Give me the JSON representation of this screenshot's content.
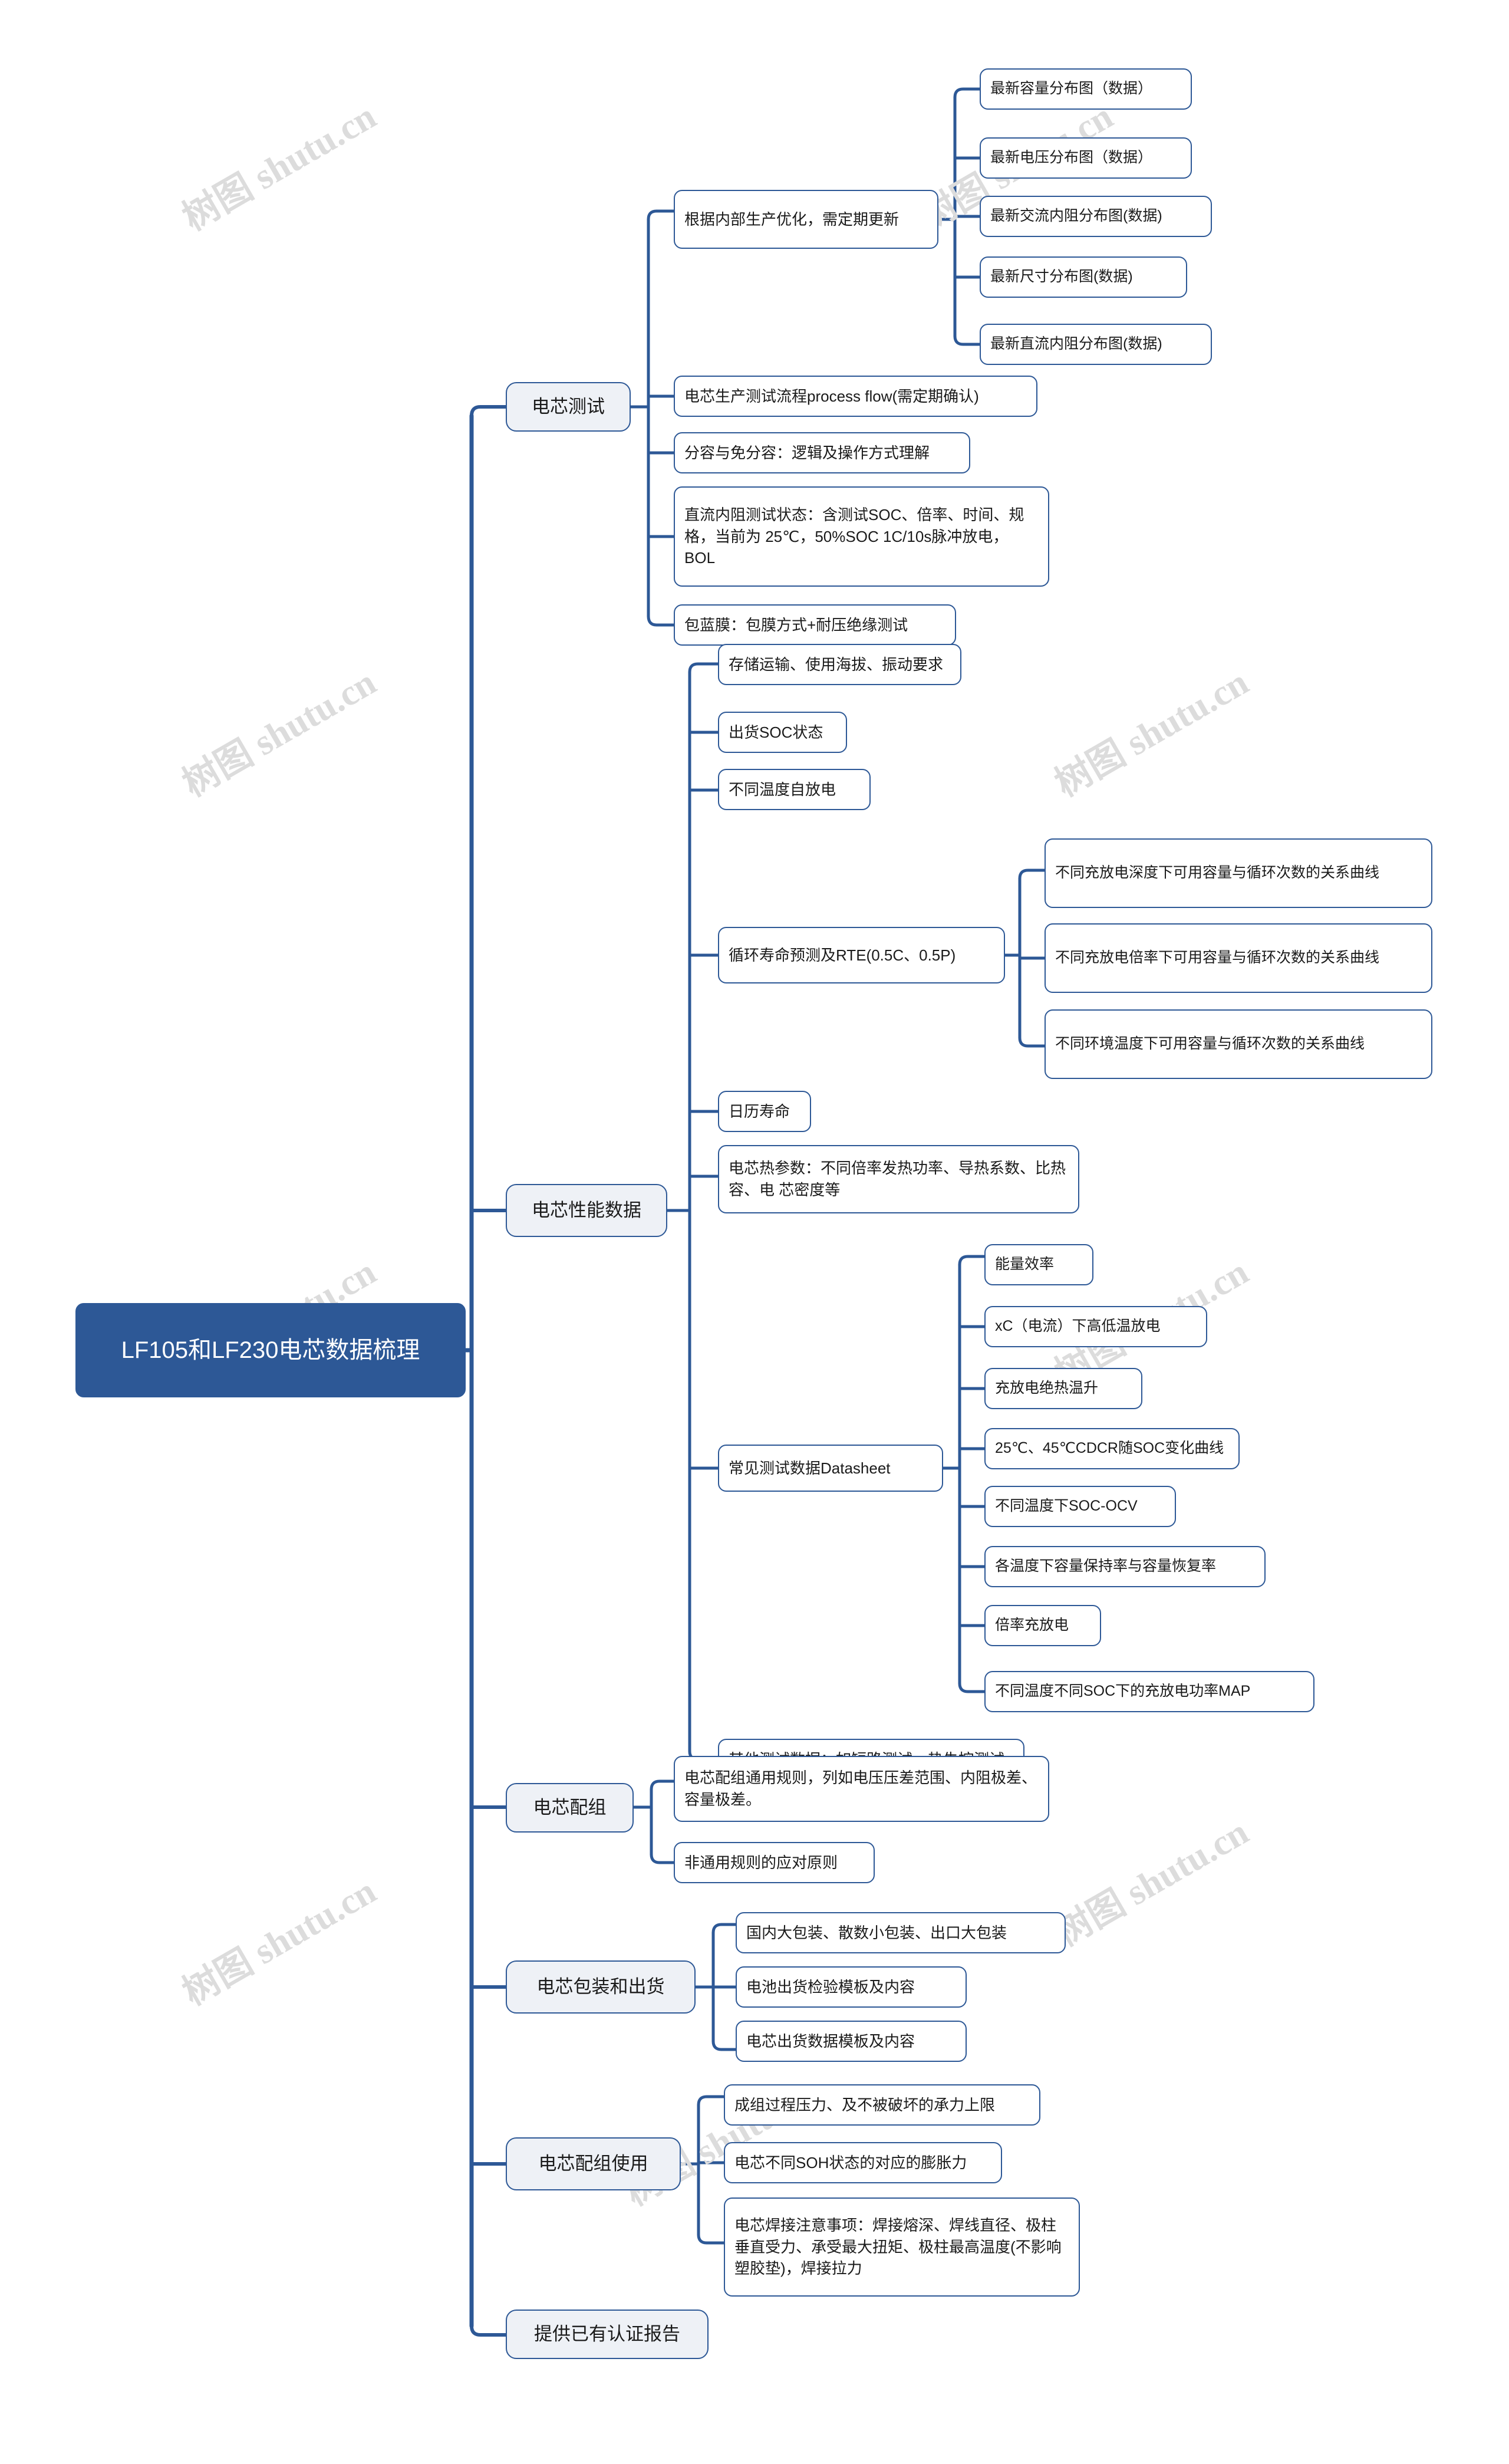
{
  "title": "LF105和LF230电芯数据梳理",
  "watermark": {
    "text": "树图 shutu.cn"
  },
  "colors": {
    "root_fill": "#2d5896",
    "root_text": "#ffffff",
    "branch_fill": "#eef1f6",
    "border": "#2d5896",
    "leaf_fill": "#ffffff",
    "link": "#2d5896",
    "watermark": "#dcdcdc",
    "background": "#ffffff"
  },
  "root": {
    "label": "LF105和LF230电芯数据梳理"
  },
  "branches": [
    {
      "id": "cell-test",
      "label": "电芯测试",
      "children": [
        {
          "label": "根据内部生产优化，需定期更新",
          "children": [
            {
              "label": "最新容量分布图（数据）"
            },
            {
              "label": "最新电压分布图（数据）"
            },
            {
              "label": "最新交流内阻分布图(数据)"
            },
            {
              "label": "最新尺寸分布图(数据)"
            },
            {
              "label": "最新直流内阻分布图(数据)"
            }
          ]
        },
        {
          "label": "电芯生产测试流程process flow(需定期确认)"
        },
        {
          "label": "分容与免分容：逻辑及操作方式理解"
        },
        {
          "label": "直流内阻测试状态：含测试SOC、倍率、时间、规格，当前为 25℃，50%SOC 1C/10s脉冲放电，BOL"
        },
        {
          "label": "包蓝膜：包膜方式+耐压绝缘测试"
        }
      ]
    },
    {
      "id": "cell-performance",
      "label": "电芯性能数据",
      "children": [
        {
          "label": "存储运输、使用海拔、振动要求"
        },
        {
          "label": "出货SOC状态"
        },
        {
          "label": "不同温度自放电"
        },
        {
          "label": "循环寿命预测及RTE(0.5C、0.5P)",
          "children": [
            {
              "label": "不同充放电深度下可用容量与循环次数的关系曲线"
            },
            {
              "label": "不同充放电倍率下可用容量与循环次数的关系曲线"
            },
            {
              "label": "不同环境温度下可用容量与循环次数的关系曲线"
            }
          ]
        },
        {
          "label": "日历寿命"
        },
        {
          "label": "电芯热参数：不同倍率发热功率、导热系数、比热容、电 芯密度等"
        },
        {
          "label": "常见测试数据Datasheet",
          "children": [
            {
              "label": "能量效率"
            },
            {
              "label": "xC（电流）下高低温放电"
            },
            {
              "label": "充放电绝热温升"
            },
            {
              "label": "25℃、45℃CDCR随SOC变化曲线"
            },
            {
              "label": "不同温度下SOC-OCV"
            },
            {
              "label": "各温度下容量保持率与容量恢复率"
            },
            {
              "label": "倍率充放电"
            },
            {
              "label": "不同温度不同SOC下的充放电功率MAP"
            }
          ]
        },
        {
          "label": "其他测试数据：如短路测试、热失控测试"
        }
      ]
    },
    {
      "id": "cell-grouping",
      "label": "电芯配组",
      "children": [
        {
          "label": "电芯配组通用规则，列如电压压差范围、内阻极差、容量极差。"
        },
        {
          "label": "非通用规则的应对原则"
        }
      ]
    },
    {
      "id": "cell-packaging",
      "label": "电芯包装和出货",
      "children": [
        {
          "label": "国内大包装、散数小包装、出口大包装"
        },
        {
          "label": "电池出货检验模板及内容"
        },
        {
          "label": "电芯出货数据模板及内容"
        }
      ]
    },
    {
      "id": "cell-grouping-use",
      "label": "电芯配组使用",
      "children": [
        {
          "label": "成组过程压力、及不被破坏的承力上限"
        },
        {
          "label": "电芯不同SOH状态的对应的膨胀力"
        },
        {
          "label": "电芯焊接注意事项：焊接熔深、焊线直径、极柱 垂直受力、承受最大扭矩、极柱最高温度(不影响 塑胶垫)，焊接拉力"
        }
      ]
    },
    {
      "id": "cert-report",
      "label": "提供已有认证报告",
      "children": []
    }
  ]
}
